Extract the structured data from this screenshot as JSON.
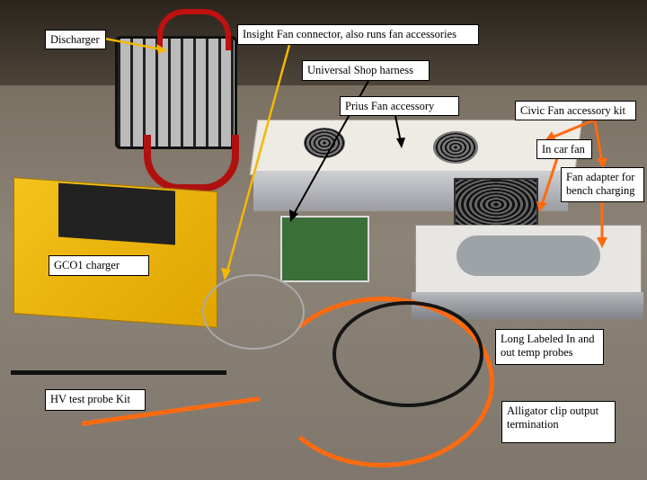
{
  "labels": {
    "discharger": "Discharger",
    "insight": "Insight Fan connector, also runs fan accessories",
    "harness": "Universal Shop harness",
    "prius": "Prius Fan accessory",
    "civic": "Civic Fan accessory kit",
    "in_car_fan": "In car fan",
    "fan_adapter": "Fan adapter for bench charging",
    "charger": "GCO1 charger",
    "probes": "Long Labeled In and out temp probes",
    "hv_kit": "HV test probe Kit",
    "alligator": "Alligator clip output termination"
  },
  "colors": {
    "yellow_arrow": "#f5b800",
    "orange_arrow": "#ff6a10",
    "black_arrow": "#000000"
  }
}
